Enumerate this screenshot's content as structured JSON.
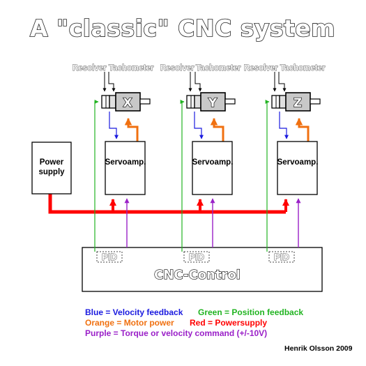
{
  "title": "A \"classic\" CNC system",
  "callouts": {
    "resolver": "Resolver",
    "tachometer": "Tachometer"
  },
  "axes": [
    {
      "letter": "X",
      "servo_label": "Servoamp.",
      "pid_label": "PID"
    },
    {
      "letter": "Y",
      "servo_label": "Servoamp.",
      "pid_label": "PID"
    },
    {
      "letter": "Z",
      "servo_label": "Servoamp.",
      "pid_label": "PID"
    }
  ],
  "power_supply": {
    "line1": "Power",
    "line2": "supply"
  },
  "cnc_control": "CNC-Control",
  "legend": {
    "blue": "Blue = Velocity feedback",
    "green": "Green = Position feedback",
    "orange": "Orange = Motor power",
    "red": "Red = Powersupply",
    "purple": "Purple = Torque or velocity command (+/-10V)"
  },
  "credit": "Henrik Olsson 2009",
  "colors": {
    "velocity_feedback": "#1a1adf",
    "position_feedback": "#22b422",
    "motor_power": "#f07010",
    "powersupply": "#ff0000",
    "command": "#9a20c8"
  }
}
